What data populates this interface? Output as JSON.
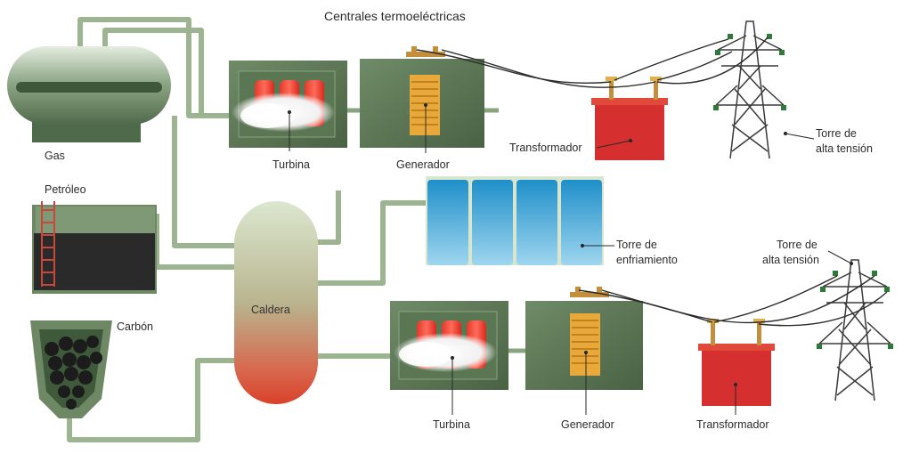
{
  "title": "Centrales termoeléctricas",
  "fuels": {
    "gas": "Gas",
    "petroleo": "Petróleo",
    "carbon": "Carbón"
  },
  "boiler": "Caldera",
  "upper_line": {
    "turbine": "Turbina",
    "generator": "Generador",
    "transformer": "Transformador",
    "tower_line1": "Torre de",
    "tower_line2": "alta tensión"
  },
  "cooling_tower": {
    "line1": "Torre de",
    "line2": "enfriamiento"
  },
  "lower_line": {
    "turbine": "Turbina",
    "generator": "Generador",
    "transformer": "Transformador",
    "tower_line1": "Torre de",
    "tower_line2": "alta tensión"
  },
  "colors": {
    "pipe": "#9cb590",
    "housing": "#5f7a58",
    "boiler_top": "#d6e3c8",
    "boiler_bottom": "#d6452e",
    "transformer": "#d62f2f",
    "cooling": "#4aa9d9",
    "coil": "#e8a93a"
  }
}
